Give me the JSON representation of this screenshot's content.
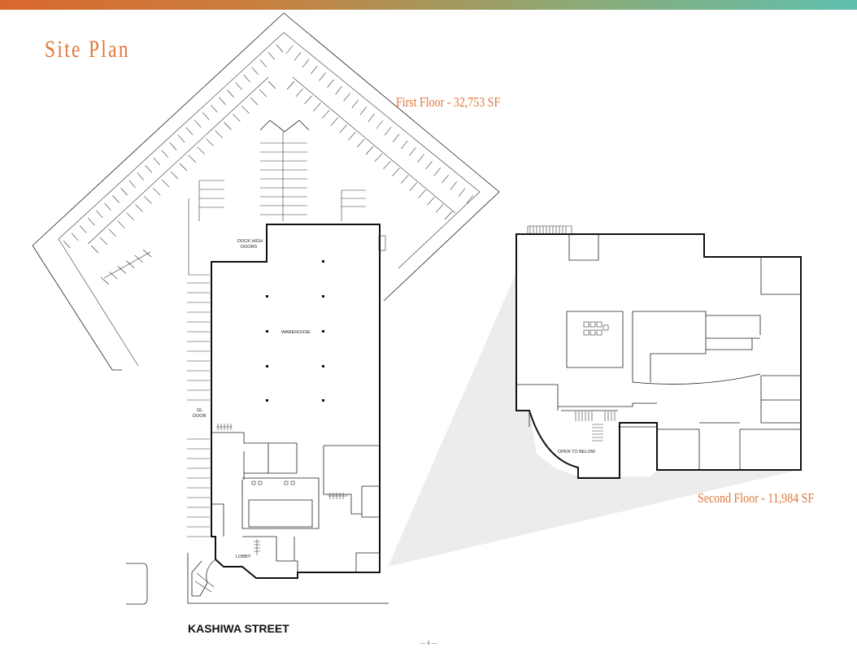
{
  "header": {
    "title": "Site Plan"
  },
  "labels": {
    "first_floor": "First Floor - 32,753 SF",
    "second_floor": "Second Floor - 11,984 SF",
    "street": "KASHIWA STREET",
    "page_number": "— 4 —"
  },
  "plan_labels": {
    "dock_high_1": "DOCK HIGH",
    "dock_high_2": "DOORS",
    "warehouse": "WAREHOUSE",
    "gl_1": "GL",
    "gl_2": "DOOR",
    "lobby": "LOBBY",
    "open_to_below": "OPEN TO BELOW"
  },
  "colors": {
    "accent": "#e0763a",
    "bar_start": "#d9682f",
    "bar_end": "#5fbfae",
    "highlight": "#ececec"
  }
}
